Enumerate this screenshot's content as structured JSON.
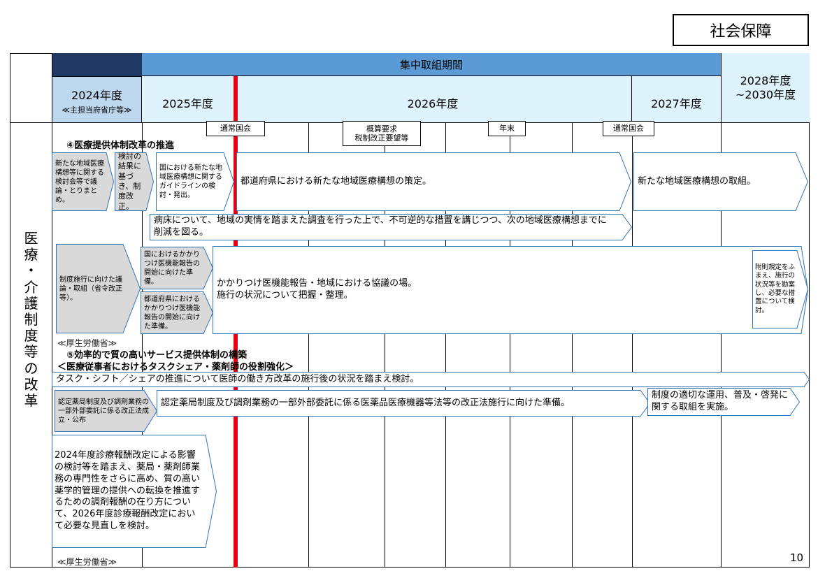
{
  "tag": "社会保障",
  "page_number": "10",
  "header": {
    "focus_period": "集中取組期間",
    "y2024": "2024年度",
    "y2024_sub": "≪主担当府省庁等≫",
    "y2025": "2025年度",
    "y2026": "2026年度",
    "y2027": "2027年度",
    "y2028_line1": "2028年度",
    "y2028_line2": "~2030年度"
  },
  "category": [
    "医",
    "療",
    "・",
    "介",
    "護",
    "制",
    "度",
    "等",
    "の",
    "改",
    "革"
  ],
  "ticks": {
    "t1": "通常国会",
    "t2_line1": "概算要求",
    "t2_line2": "税制改正要望等",
    "t3": "年末",
    "t4": "通常国会"
  },
  "section4": {
    "title": "④医療提供体制改革の推進",
    "ministry": "≪厚生労働省≫",
    "items": {
      "a": "新たな地域医療構想等に関する検討会等で議論・とりまとめ。",
      "b": "検討の結果に基づき、制度改正。",
      "c": "国における新たな地域医療構想に関するガイドラインの検討・発出。",
      "d": "都道府県における新たな地域医療構想の策定。",
      "e": "新たな地域医療構想の取組。",
      "f": "病床について、地域の実情を踏まえた調査を行った上で、不可逆的な措置を講じつつ、次の地域医療構想までに削減を図る。",
      "g": "制度施行に向けた議論・取組（省令改正等）。",
      "h": "国におけるかかりつけ医機能報告の開始に向けた準備。",
      "i": "都道府県におけるかかりつけ医機能報告の開始に向けた準備。",
      "j_line1": "かかりつけ医機能報告・地域における協議の場。",
      "j_line2": "施行の状況について把握・整理。",
      "k": "附則規定をふまえ、施行の状況等を勘案し、必要な措置について検討。"
    }
  },
  "section5": {
    "title": "⑤効率的で質の高いサービス提供体制の構築",
    "subtitle": "＜医療従事者におけるタスクシェア・薬剤師の役割強化＞",
    "ministry": "≪厚生労働省≫",
    "items": {
      "a": "タスク・シフト／シェアの推進について医師の働き方改革の施行後の状況を踏まえ検討。",
      "b": "認定薬局制度及び調剤業務の一部外部委託に係る改正法成立・公布",
      "c": "認定薬局制度及び調剤業務の一部外部委託に係る医薬品医療機器等法等の改正法施行に向けた準備。",
      "d": "制度の適切な運用、普及・啓発に関する取組を実施。",
      "e": "2024年度診療報酬改定による影響の検討等を踏まえ、薬局・薬剤師業務の専門性をさらに高め、質の高い薬学的管理の提供への転換を推進するための調剤報酬の在り方について、2026年度診療報酬改定において必要な見直しを検討。"
    }
  },
  "colors": {
    "focus_header": "#5b9bd5",
    "year_header": "#ddf2fb",
    "year2024_header": "#bdd7ee",
    "navy": "#1f3864",
    "arrow_border": "#2e75b6",
    "grey_fill": "#d9d9d9",
    "red_line": "#e60012"
  }
}
